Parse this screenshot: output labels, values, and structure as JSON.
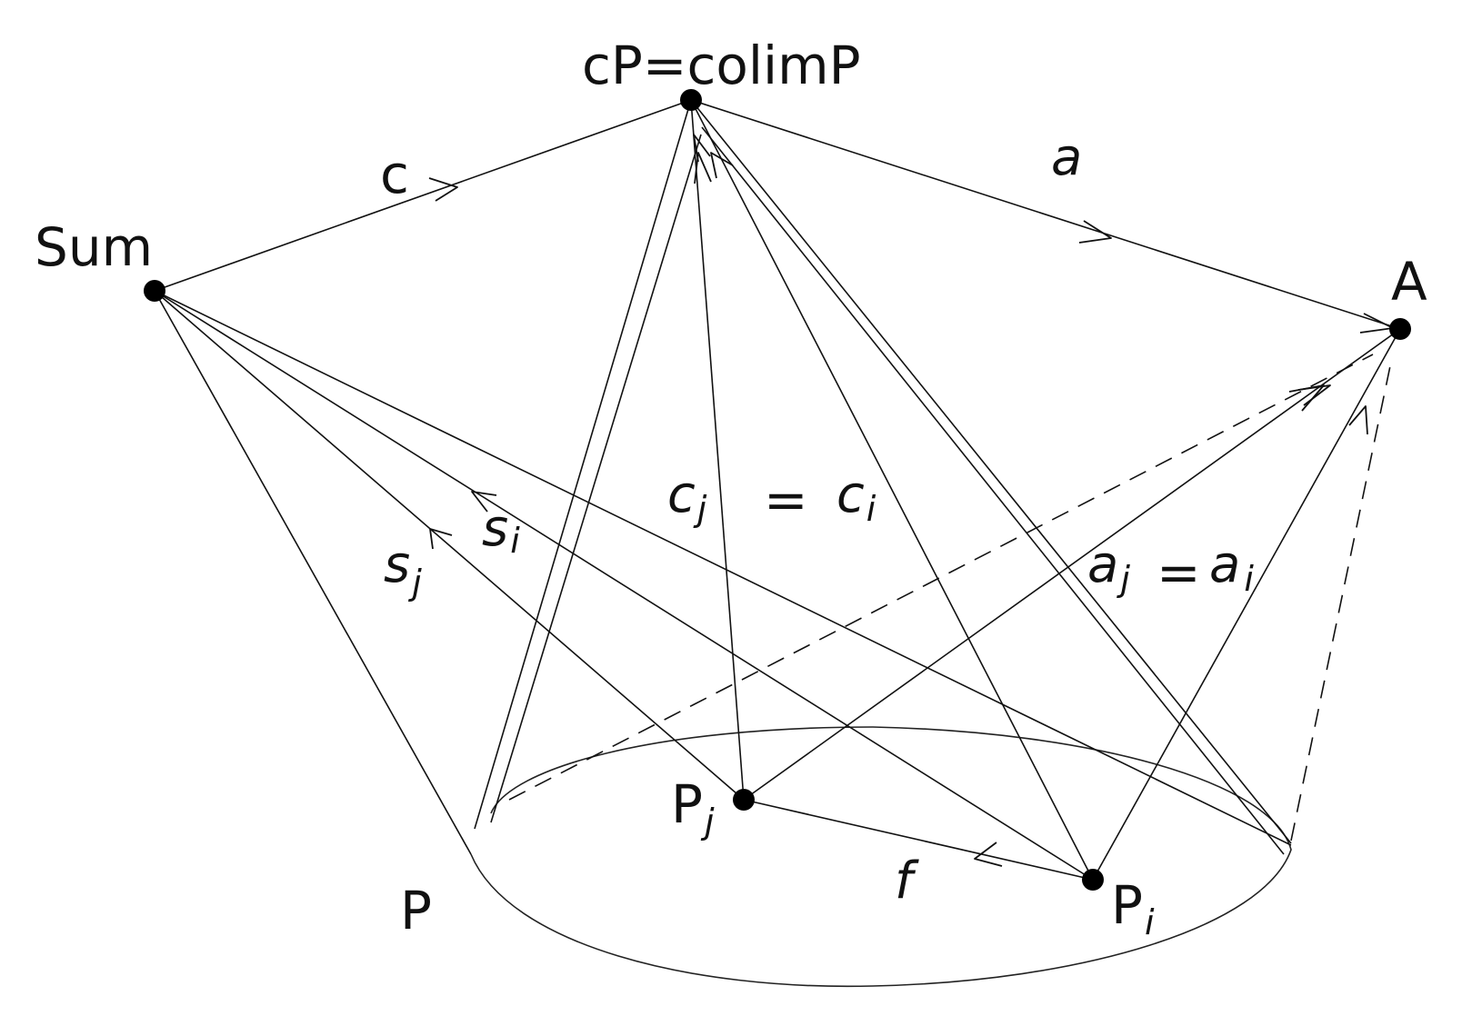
{
  "nodes": {
    "sum": {
      "label": "Sum"
    },
    "cp": {
      "label": "cP=colimP"
    },
    "a": {
      "label": "A"
    },
    "p": {
      "label": "P"
    },
    "pj": {
      "label": "P",
      "sub": "j"
    },
    "pi": {
      "label": "P",
      "sub": "i"
    }
  },
  "edges": {
    "c": {
      "label": "c"
    },
    "a": {
      "label": "a"
    },
    "f": {
      "label": "f"
    },
    "sj": {
      "label": "s",
      "sub": "j"
    },
    "si": {
      "label": "s",
      "sub": "i"
    },
    "cj": {
      "label": "c",
      "sub": "j"
    },
    "ci": {
      "label": "c",
      "sub": "i"
    },
    "aj": {
      "label": "a",
      "sub": "j"
    },
    "ai": {
      "label": "a",
      "sub": "i"
    },
    "eq1": {
      "label": "="
    },
    "eq2": {
      "label": "="
    }
  }
}
